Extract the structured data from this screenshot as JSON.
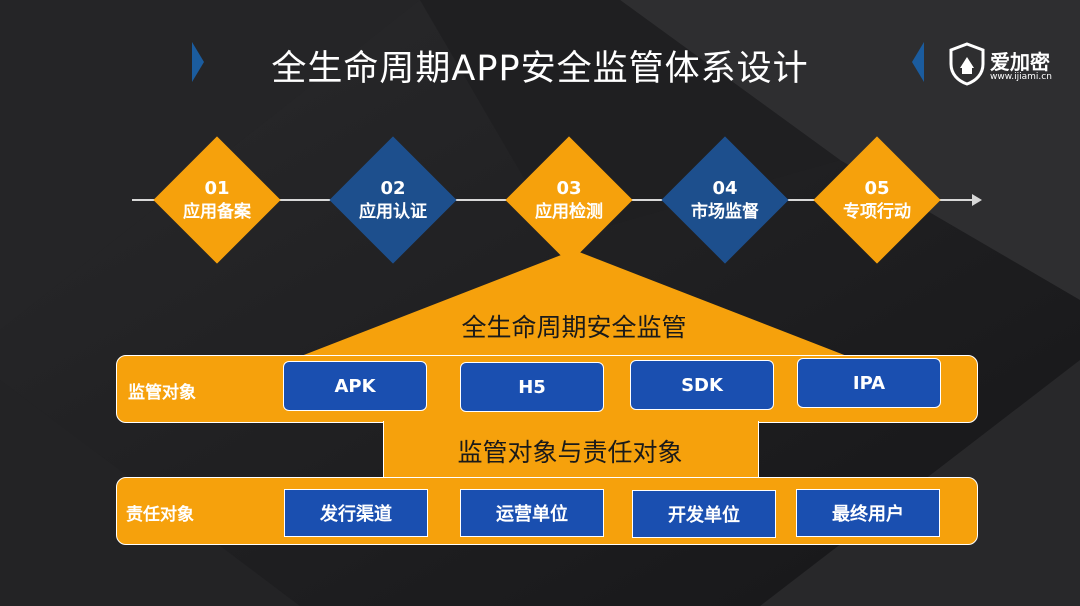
{
  "title": "全生命周期APP安全监管体系设计",
  "logo": {
    "name": "爱加密",
    "url": "www.ijiami.cn"
  },
  "phases": [
    {
      "num": "01",
      "label": "应用备案",
      "color": "orange"
    },
    {
      "num": "02",
      "label": "应用认证",
      "color": "blue"
    },
    {
      "num": "03",
      "label": "应用检测",
      "color": "orange"
    },
    {
      "num": "04",
      "label": "市场监督",
      "color": "blue"
    },
    {
      "num": "05",
      "label": "专项行动",
      "color": "orange"
    }
  ],
  "roof_label": "全生命周期安全监管",
  "objects": {
    "label": "监管对象",
    "items": [
      "APK",
      "H5",
      "SDK",
      "IPA"
    ]
  },
  "bridge_label": "监管对象与责任对象",
  "responsibles": {
    "label": "责任对象",
    "items": [
      "发行渠道",
      "运营单位",
      "开发单位",
      "最终用户"
    ]
  },
  "colors": {
    "orange": "#f6a10c",
    "blue": "#1d4f8d",
    "pill": "#1a4fb0",
    "chevron": "#1b5c9e"
  }
}
